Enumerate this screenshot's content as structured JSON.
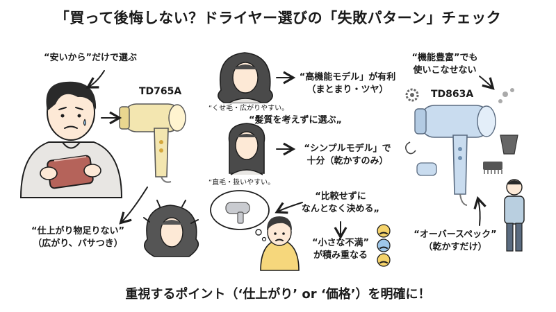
{
  "title": "「買って後悔しない？ドライヤー選びの「失敗パターン」チェック",
  "left": {
    "caption_top": "“安いから”だけで選ぶ",
    "model": "TD765A",
    "result_line1": "“仕上がり物足りない”",
    "result_line2": "（広がり、パサつき）"
  },
  "center": {
    "wavy_note": "“くせ毛・広がりやすい。",
    "wavy_reco_line1": "“高機能モデル」が有利",
    "wavy_reco_line2": "（まとまり・ツヤ）",
    "caption_mid": "“髪質を考えずに選ぶ„",
    "straight_note": "“直毛・扱いやすい。",
    "straight_reco_line1": "“シンプルモデル」で",
    "straight_reco_line2": "十分（乾かすのみ）",
    "compare_line1": "“比較せずに",
    "compare_line2": "なんとなく決める„",
    "dissat_line1": "“小さな不満”",
    "dissat_line2": "が積み重なる"
  },
  "right": {
    "caption_top_line1": "“機能豊富”でも",
    "caption_top_line2": "使いこなせない",
    "model": "TD863A",
    "result_line1": "“オーバースペック”",
    "result_line2": "（乾かすだけ）"
  },
  "footer": "重視するポイント（‘仕上がり’ or ‘価格’）を明確に！",
  "colors": {
    "dryer_yellow": "#f3e6b0",
    "dryer_blue": "#c9dcef",
    "wallet": "#b5635a",
    "skin": "#fde9d6",
    "sweater": "#e8e6e3"
  }
}
